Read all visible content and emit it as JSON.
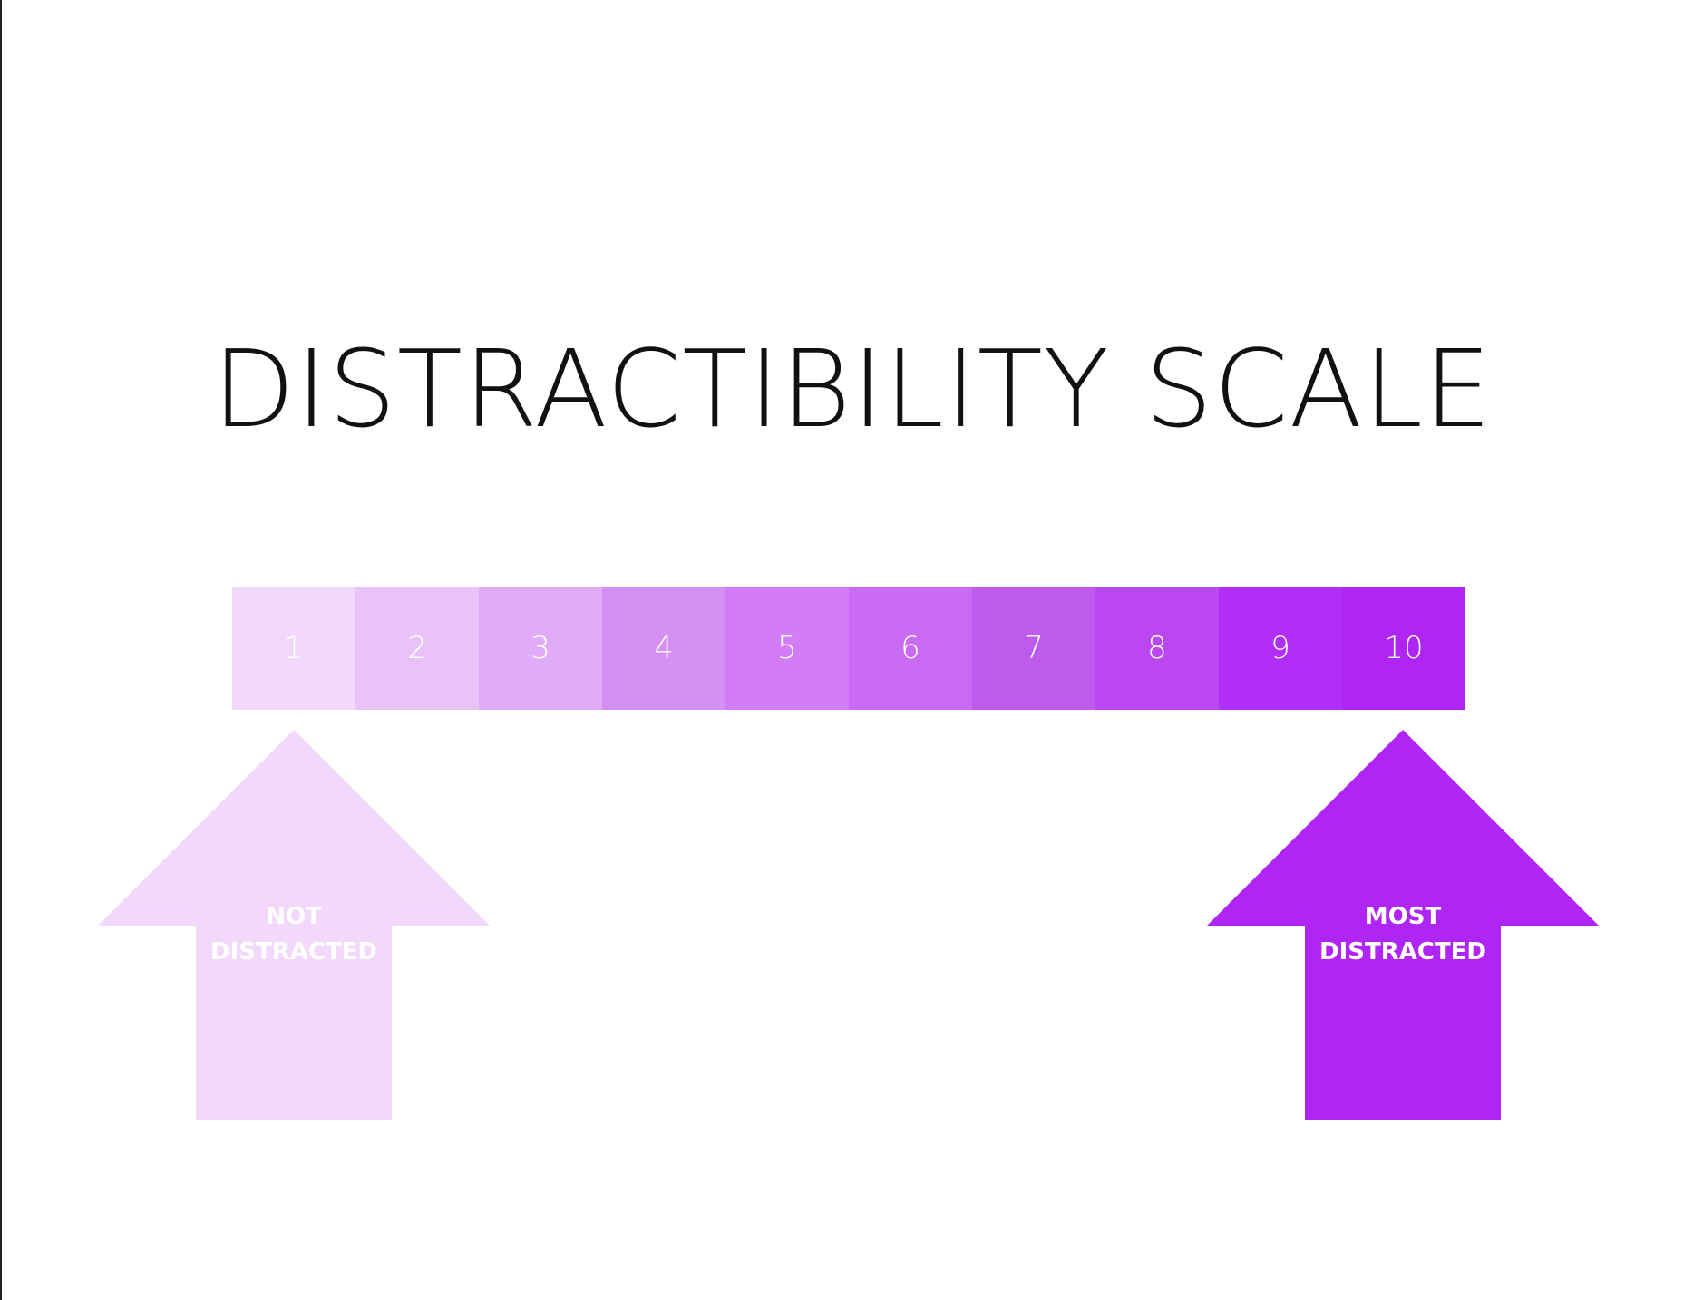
{
  "title": "DISTRACTIBILITY SCALE",
  "scale": {
    "cells": [
      {
        "label": "1",
        "color": "#F2D8FB"
      },
      {
        "label": "2",
        "color": "#E8C2F8"
      },
      {
        "label": "3",
        "color": "#E0ABF8"
      },
      {
        "label": "4",
        "color": "#D48FF3"
      },
      {
        "label": "5",
        "color": "#D27CF6"
      },
      {
        "label": "6",
        "color": "#C86AF2"
      },
      {
        "label": "7",
        "color": "#BF5BEC"
      },
      {
        "label": "8",
        "color": "#BB47F0"
      },
      {
        "label": "9",
        "color": "#B12EF8"
      },
      {
        "label": "10",
        "color": "#AE25F4"
      }
    ]
  },
  "arrows": {
    "left": {
      "line1": "NOT",
      "line2": "DISTRACTED",
      "color": "#F2D8FB"
    },
    "right": {
      "line1": "MOST",
      "line2": "DISTRACTED",
      "color": "#AE25F4"
    }
  }
}
